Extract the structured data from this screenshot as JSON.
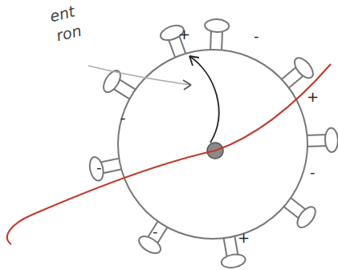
{
  "diagram": {
    "labels": [
      "ent",
      "ron",
      "+",
      "-",
      "-",
      "+",
      "-",
      "-",
      "-",
      "+"
    ]
  }
}
